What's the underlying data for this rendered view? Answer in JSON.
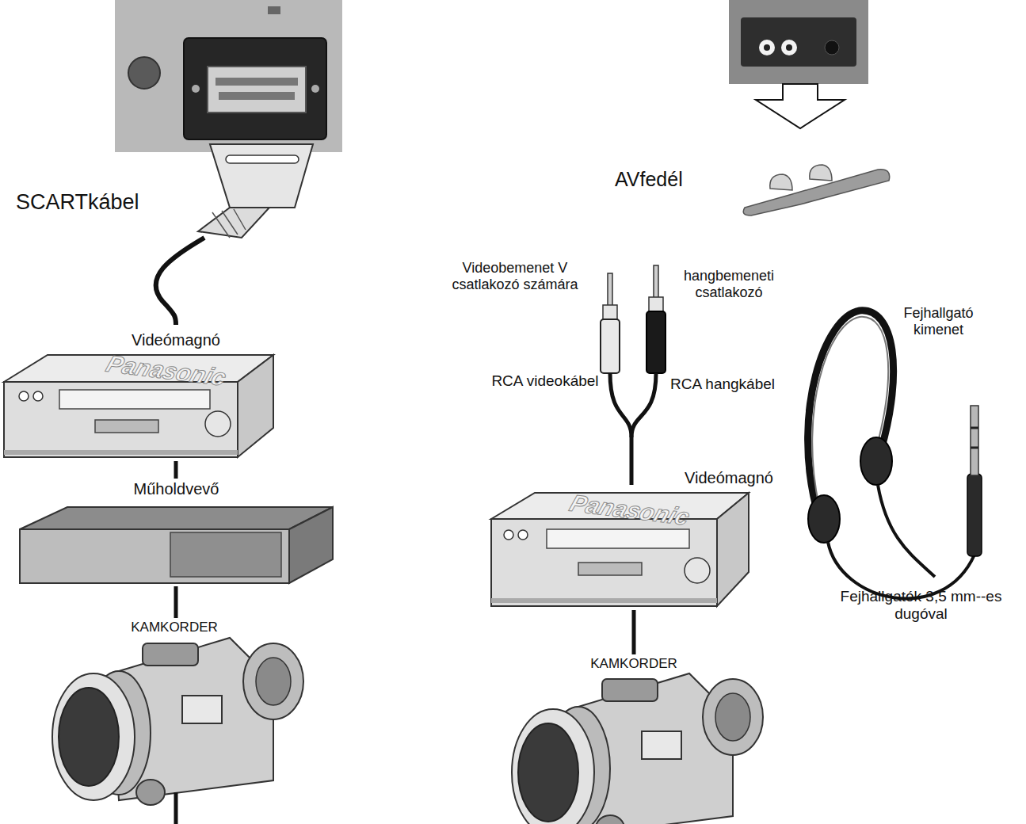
{
  "diagram": {
    "nodes": [
      {
        "text": [
          "Videómagnó"
        ]
      },
      {
        "text": [
          "Műholdvevő"
        ]
      },
      {
        "text": [
          "KAMKORDER"
        ]
      },
      {
        "text": [
          "Videómagnó"
        ]
      },
      {
        "text": [
          "KAMKORDER"
        ]
      }
    ],
    "edges": [
      {
        "from": 0,
        "to": 1,
        "arrow": "none"
      },
      {
        "from": 1,
        "to": 2,
        "arrow": "none"
      },
      {
        "from": 3,
        "to": 4,
        "arrow": "none"
      }
    ],
    "labels": [
      "SCARTkábel",
      "AVfedél",
      "Videobemenet V csatlakozó számára",
      "hangbemeneti csatlakozó",
      "RCA videokábel",
      "RCA hangkábel",
      "Fejhallgató kimenet",
      "Fejhallgatók 3,5 mm--es dugóval",
      "Panasonic",
      "Panasonic"
    ]
  }
}
